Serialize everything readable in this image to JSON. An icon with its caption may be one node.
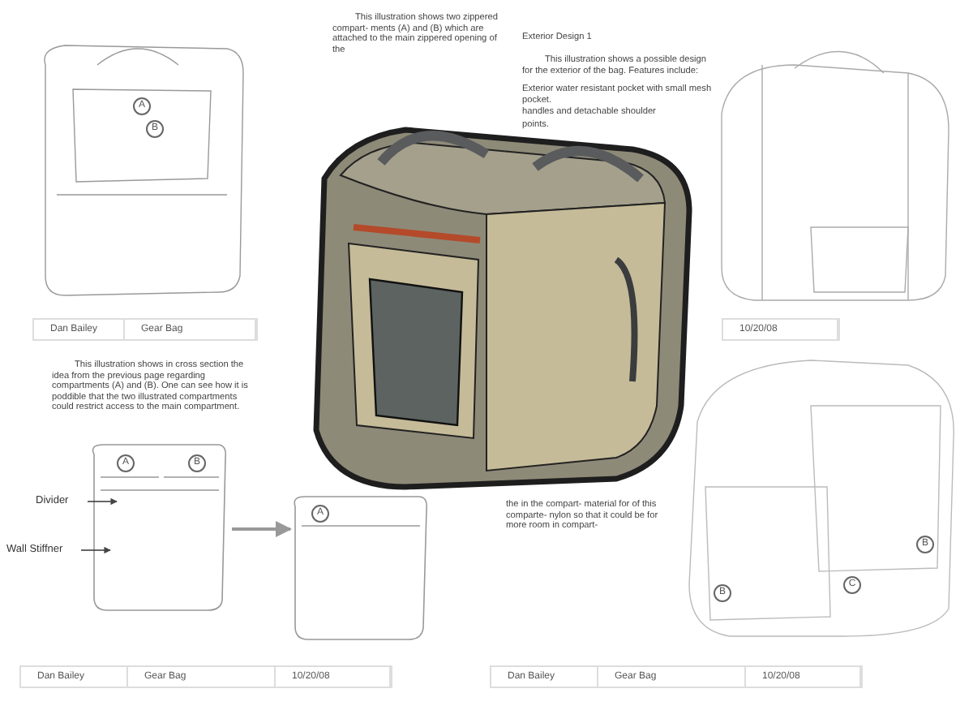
{
  "diagram": {
    "nodes": [
      {
        "text": [
          "Divider"
        ]
      },
      {
        "text": [
          "Wall Stiffner"
        ]
      },
      {
        "text": [],
        "shape": "picture"
      },
      {
        "text": [],
        "shape": "picture"
      }
    ],
    "edges": [
      {
        "from": 0,
        "to": 2,
        "arrow": "to"
      },
      {
        "from": 1,
        "to": 2,
        "arrow": "to"
      },
      {
        "from": 2,
        "to": 3,
        "arrow": "to",
        "color": "#999999"
      }
    ],
    "labels": [
      "This illustration shows two zippered compart- ments (A) and (B) which are attached to the main zippered opening of the",
      "Exterior Design 1",
      "This illustration shows a possible design for the exterior of the bag.  Features include:",
      "Exterior water resistant pocket with small mesh pocket.",
      "handles and detachable shoulder",
      "points.",
      "A",
      "B",
      "Dan Bailey",
      "Gear Bag",
      "10/20/08",
      "This illustration shows in cross section the idea from the previous page regarding compartments (A) and (B).  One can see how it is poddible that the two illustrated compartments could restrict access to the main compartment.",
      "A",
      "B",
      "A",
      "the in the compart- material for of this comparte- nylon so that it could be for more room in compart-",
      "B",
      "C",
      "B",
      "Dan Bailey",
      "Gear Bag",
      "10/20/08",
      "Dan Bailey",
      "Gear Bag",
      "10/20/08"
    ]
  }
}
